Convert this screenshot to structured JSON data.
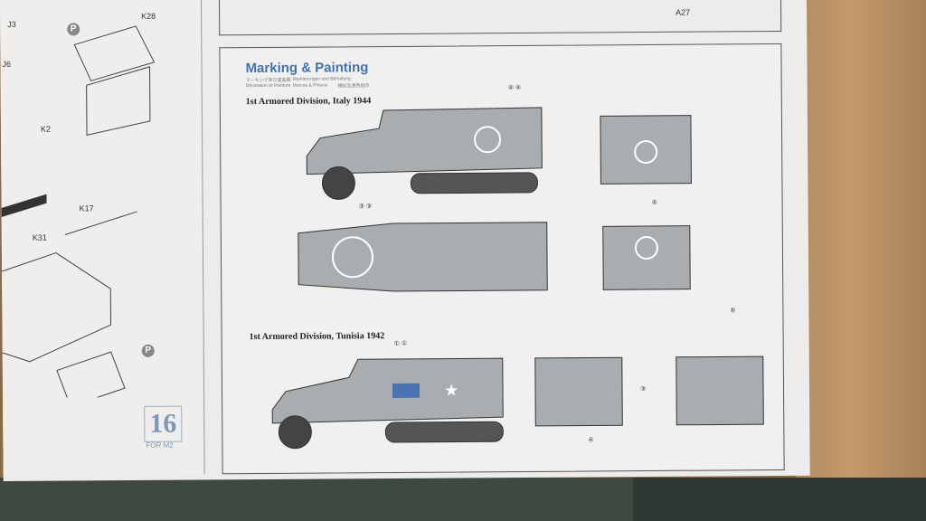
{
  "left_page": {
    "part_labels": [
      "J3",
      "K28",
      "J6",
      "K2",
      "K17",
      "K31"
    ],
    "p_marker": "P",
    "page_number": "16",
    "page_caption": "FOR M2"
  },
  "top_panel": {
    "part_labels": [
      "A27"
    ]
  },
  "marking": {
    "title": "Marking & Painting",
    "subtitles": [
      "マーキング及び塗装図",
      "Markierungen und Bemalung",
      "Décoration et Peinture",
      "Marcas & Pintura",
      "標記及塗色指示"
    ],
    "schemes": [
      {
        "caption": "1st Armored Division, Italy 1944"
      },
      {
        "caption": "1st Armored Division, Tunisia 1942"
      }
    ],
    "decal_callouts": [
      "④ ④",
      "③ ③",
      "⑤",
      "① ①",
      "③",
      "④",
      "⑥"
    ]
  },
  "colors": {
    "title": "#3f73b4",
    "vehicle": "#a9adb0",
    "paper": "#eeecea"
  }
}
